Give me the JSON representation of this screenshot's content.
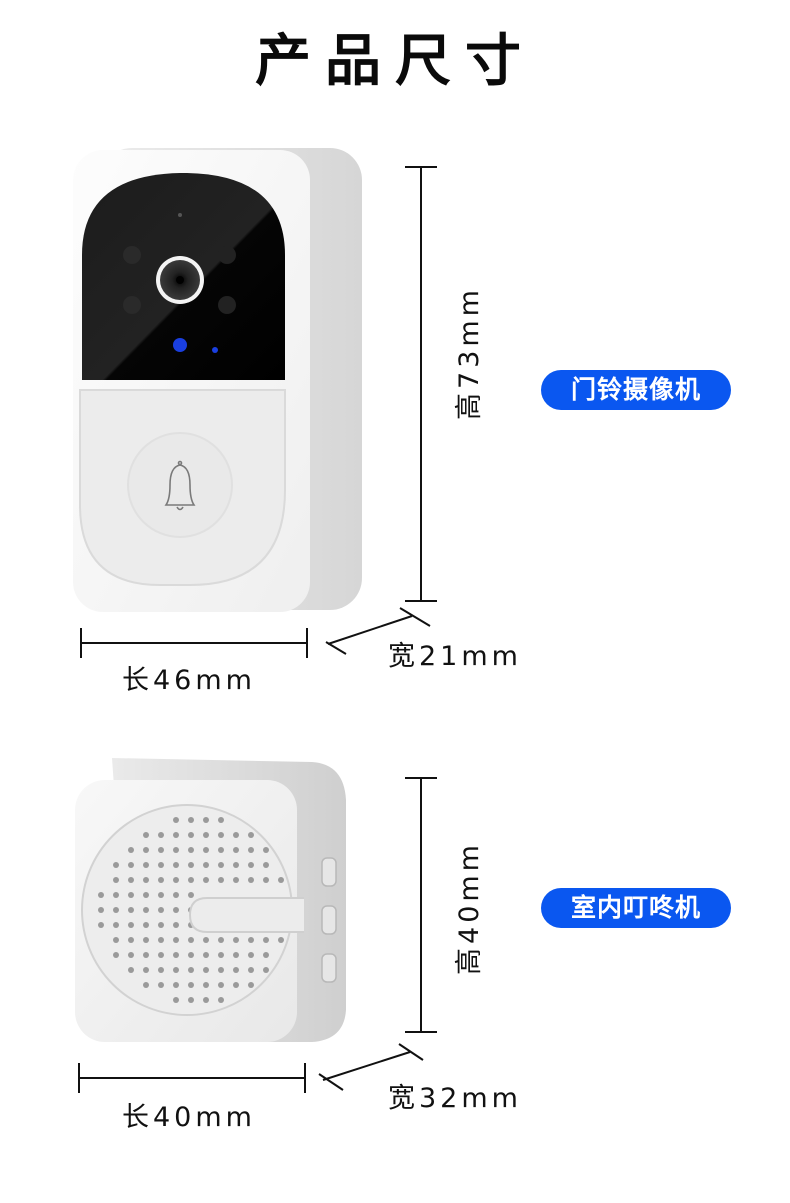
{
  "page_title": "产品尺寸",
  "colors": {
    "badge_bg": "#0a57f0",
    "badge_text": "#ffffff",
    "dimension_line": "#111111",
    "device_body": "#f2f2f2",
    "camera_panel": "#0d0d0d",
    "indicator_led": "#1a3fe0"
  },
  "products": [
    {
      "name": "门铃摄像机",
      "icon": "doorbell-camera-icon",
      "dimensions": {
        "height_label": "高73mm",
        "length_label": "长46mm",
        "width_label": "宽21mm"
      }
    },
    {
      "name": "室内叮咚机",
      "icon": "indoor-chime-icon",
      "dimensions": {
        "height_label": "高40mm",
        "length_label": "长40mm",
        "width_label": "宽32mm"
      }
    }
  ]
}
